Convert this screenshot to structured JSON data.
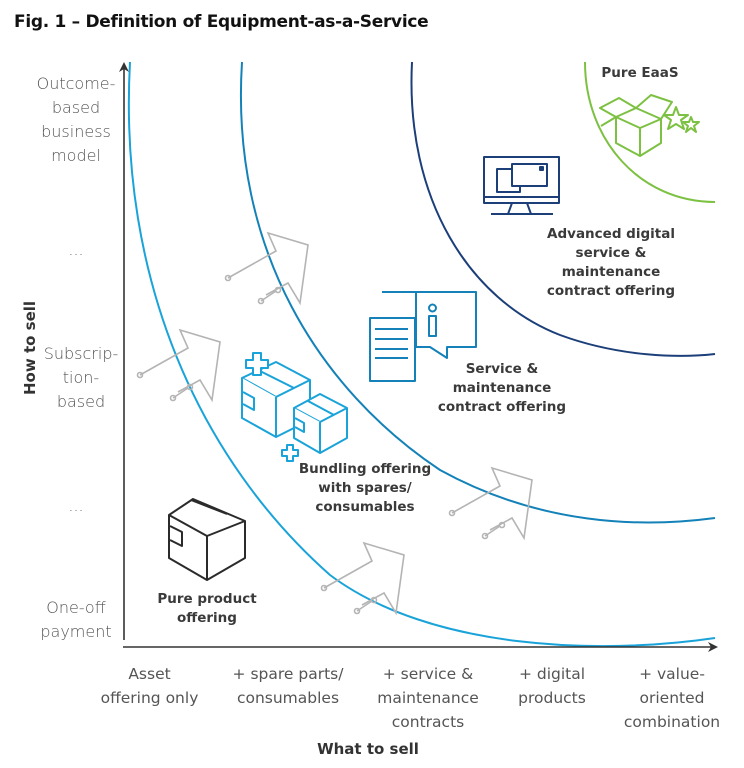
{
  "figure": {
    "title": "Fig. 1 – Definition of Equipment-as-a-Service"
  },
  "axes": {
    "y_title": "How to sell",
    "x_title": "What to sell",
    "y_levels": [
      {
        "label": "Outcome-based business model",
        "lines": [
          "Outcome-",
          "based",
          "business",
          "model"
        ]
      },
      {
        "label": "...",
        "lines": [
          "..."
        ]
      },
      {
        "label": "Subscription-based",
        "lines": [
          "Subscrip-",
          "tion-",
          "based"
        ]
      },
      {
        "label": "...",
        "lines": [
          "..."
        ]
      },
      {
        "label": "One-off payment",
        "lines": [
          "One-off",
          "payment"
        ]
      }
    ],
    "x_levels": [
      {
        "label": "Asset offering only",
        "lines": [
          "Asset",
          "offering only"
        ]
      },
      {
        "label": "+ spare parts/ consumables",
        "lines": [
          "+ spare parts/",
          "consumables"
        ]
      },
      {
        "label": "+ service & maintenance contracts",
        "lines": [
          "+ service &",
          "maintenance",
          "contracts"
        ]
      },
      {
        "label": "+ digital products",
        "lines": [
          "+ digital",
          "products"
        ]
      },
      {
        "label": "+ value-oriented combination",
        "lines": [
          "+ value-",
          "oriented",
          "combination"
        ]
      }
    ]
  },
  "stages": [
    {
      "id": "pure-product",
      "lines": [
        "Pure product",
        "offering"
      ],
      "icon": "box-icon",
      "color": "#2b2b2b"
    },
    {
      "id": "bundling",
      "lines": [
        "Bundling offering",
        "with spares/",
        "consumables"
      ],
      "icon": "boxes-plus-icon",
      "color": "#1aa3d9"
    },
    {
      "id": "service-maintenance",
      "lines": [
        "Service &",
        "maintenance",
        "contract offering"
      ],
      "icon": "document-info-icon",
      "color": "#1482b8"
    },
    {
      "id": "advanced-digital",
      "lines": [
        "Advanced digital",
        "service &",
        "maintenance",
        "contract offering"
      ],
      "icon": "monitor-icon",
      "color": "#1c3f7a"
    },
    {
      "id": "pure-eaas",
      "lines": [
        "Pure EaaS"
      ],
      "icon": "open-box-stars-icon",
      "color": "#7dc142"
    }
  ],
  "boundaries": [
    {
      "name": "boundary-1",
      "color": "#1aa3d9"
    },
    {
      "name": "boundary-2",
      "color": "#1482b8"
    },
    {
      "name": "boundary-3",
      "color": "#1c3f7a"
    },
    {
      "name": "boundary-4",
      "color": "#7dc142"
    }
  ],
  "transition_arrow_color": "#b4b4b4",
  "axis_color": "#333333"
}
